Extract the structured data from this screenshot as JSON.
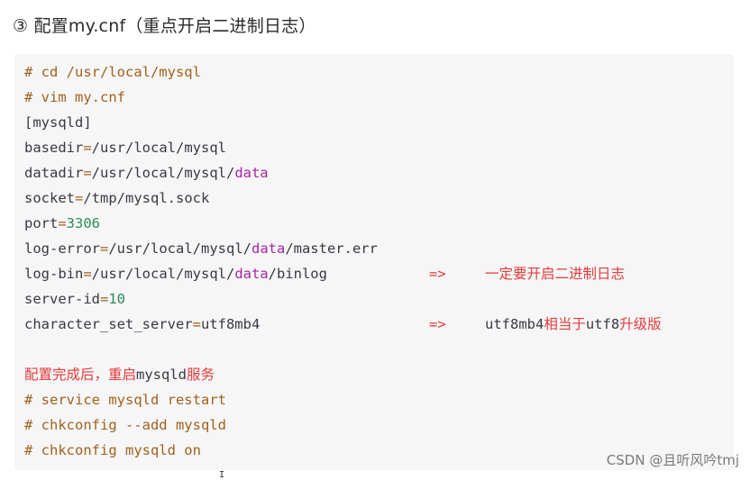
{
  "heading": "③ 配置my.cnf（重点开启二进制日志）",
  "code": {
    "line1": "# cd /usr/local/mysql",
    "line2": "# vim my.cnf",
    "line3": "[mysqld]",
    "basedir_key": "basedir",
    "basedir_val": "/usr/local/mysql",
    "datadir_key": "datadir",
    "datadir_val": "/usr/local/mysql/",
    "datadir_tail": "data",
    "socket_key": "socket",
    "socket_val": "/tmp/mysql.sock",
    "port_key": "port",
    "port_val": "3306",
    "logerror_key": "log-error",
    "logerror_val1": "/usr/local/mysql/",
    "logerror_data": "data",
    "logerror_val2": "/master.err",
    "logbin_key": "log-bin",
    "logbin_val1": "/usr/local/mysql/",
    "logbin_data": "data",
    "logbin_val2": "/binlog",
    "serverid_key": "server-id",
    "serverid_val": "10",
    "charset_key": "character_set_server",
    "charset_val": "utf8mb4",
    "eq": "=",
    "arrow": "=>",
    "note1": "一定要开启二进制日志",
    "note2_a": "utf8mb4",
    "note2_b": "相当于",
    "note2_c": "utf8",
    "note2_d": "升级版",
    "restart_a": "配置完成后，重启",
    "restart_b": "mysqld",
    "restart_c": "服务",
    "cmd1": "# service mysqld restart",
    "cmd2": "# chkconfig --add mysqld",
    "cmd3": "# chkconfig mysqld on"
  },
  "watermark": "CSDN @且听风吟tmj",
  "cursor": "I"
}
